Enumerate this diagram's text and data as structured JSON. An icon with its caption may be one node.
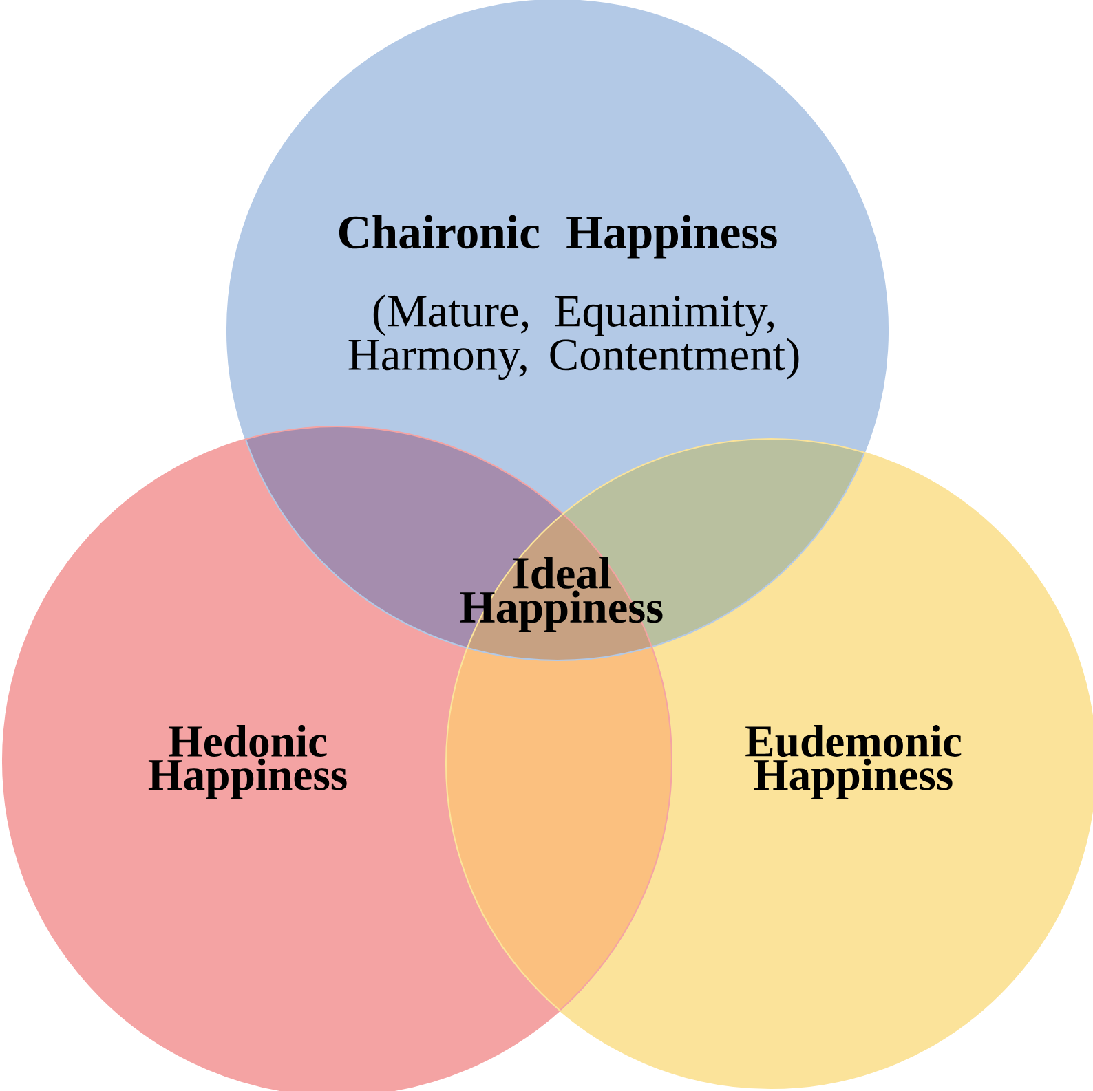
{
  "diagram": {
    "nodes": [
      {
        "text": [
          "Chaironic Happiness",
          "(Mature, Equanimity, Harmony, Contentment)"
        ]
      },
      {
        "text": [
          "Hedonic Happiness"
        ]
      },
      {
        "text": [
          "Eudemonic Happiness"
        ]
      }
    ],
    "labels": [
      "Ideal Happiness"
    ]
  }
}
